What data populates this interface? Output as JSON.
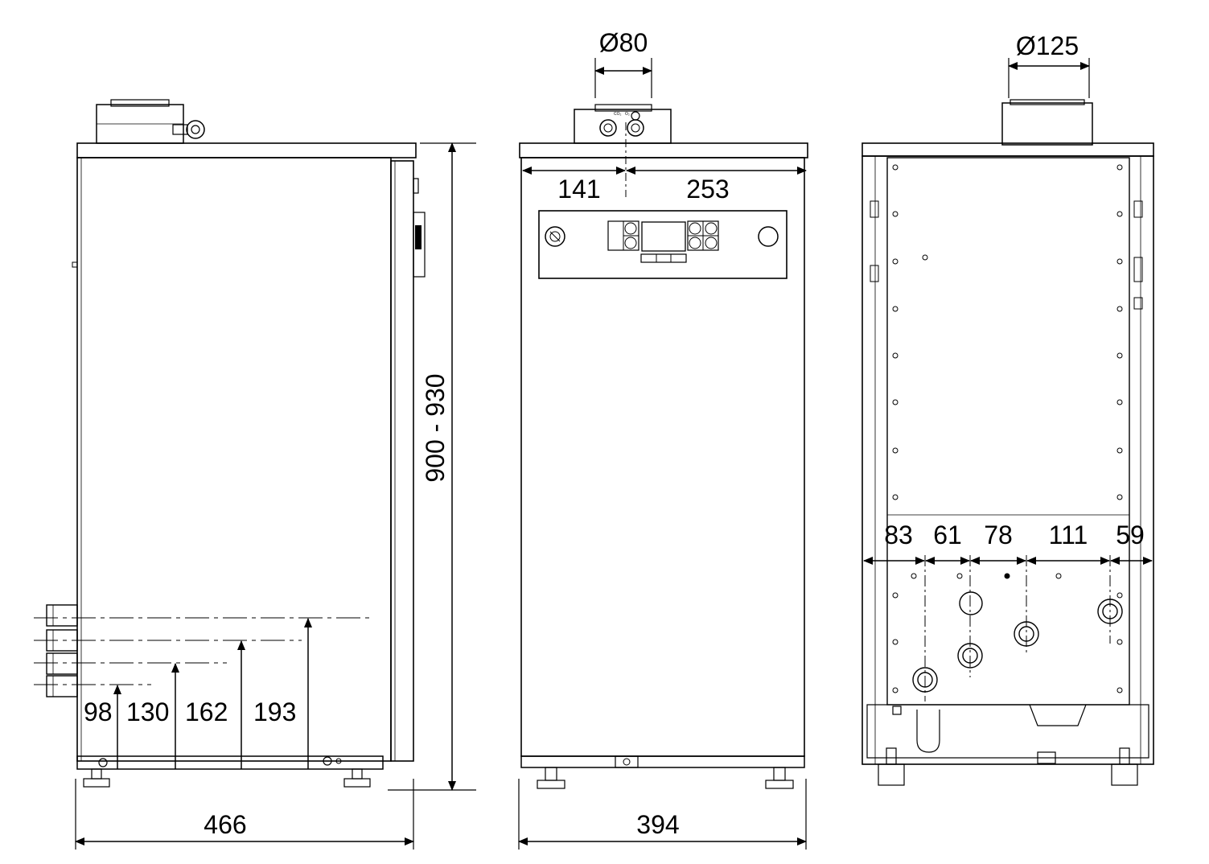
{
  "views": {
    "side": {
      "depth": "466",
      "height": "900 - 930",
      "connection_heights": [
        "98",
        "130",
        "162",
        "193"
      ]
    },
    "front": {
      "flue_diameter": "Ø80",
      "flue_offset_left": "141",
      "flue_offset_right": "253",
      "width": "394",
      "flue_labels": [
        "CO₂",
        "O₂"
      ]
    },
    "rear": {
      "flue_diameter": "Ø125",
      "connection_spacings": [
        "83",
        "61",
        "78",
        "111",
        "59"
      ]
    }
  },
  "colors": {
    "line": "#000000",
    "background": "#ffffff"
  }
}
